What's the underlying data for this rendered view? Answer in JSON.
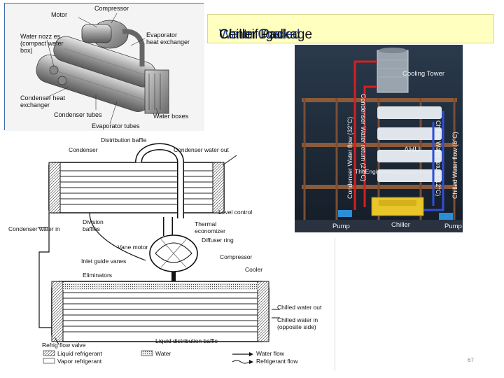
{
  "slide": {
    "title_prefix": "Centrifugal ",
    "title_highlight": "Water Cooled",
    "title_suffix": " Chiller Package",
    "page_number": "67"
  },
  "photo_labels": {
    "motor": "Motor",
    "compressor": "Compressor",
    "water_nozzles": "Water nozz es",
    "water_nozzles_2": "(compact water",
    "water_nozzles_3": "box)",
    "evaporator_hx": "Evaporator",
    "evaporator_hx_2": "heat exchanger",
    "condenser_hx": "Condenser heat",
    "condenser_hx_2": "exchanger",
    "condenser_tubes": "Condenser tubes",
    "water_boxes": "Water boxes",
    "evaporator_tubes": "Evaporator tubes"
  },
  "schematic_labels": {
    "distribution_baffle": "Distribution baffle",
    "condenser": "Condenser",
    "condenser_water_out": "Condenser water out",
    "level_control": "Level control",
    "condenser_water_in": "Condenser water in",
    "division_baffles": "Division",
    "division_baffles_2": "baffles",
    "thermal_economizer": "Thermal",
    "thermal_economizer_2": "economizer",
    "diffuser_ring": "Diffuser ring",
    "vane_motor": "Vane motor",
    "inlet_guide_vanes": "Inlet guide vanes",
    "compressor": "Compressor",
    "cooler": "Cooler",
    "eliminators": "Eliminators",
    "chilled_water_out": "Chilled water out",
    "chilled_water_in": "Chilled water in",
    "chilled_water_in_2": "(opposite side)",
    "liquid_distribution_baffle": "Liquid distribution baffle",
    "refrig_flow_valve": "Refrig flow valve",
    "legend_liquid": "Liquid refrigerant",
    "legend_vapor": "Vapor refrigerant",
    "legend_water": "Water",
    "legend_water_flow": "Water flow",
    "legend_refrig_flow": "Refrigerant flow"
  },
  "tower_labels": {
    "cooling_tower": "Cooling Tower",
    "ahu": "AHU",
    "watermark": "TheEngineeringMindset.com",
    "pump_left": "Pump",
    "chiller": "Chiller",
    "pump_right": "Pump",
    "condenser_water_flow": "Condenser Water flow (32°C)",
    "condenser_water_return": "Condenser Water return (27°C)",
    "chilled_water_flow": "Chilled Water flow (6°C)",
    "chilled_water_return": "Chilled Water return (12°C)"
  },
  "colors": {
    "title_highlight": "#1a3e9e",
    "title_background": "#ffffc0",
    "condenser_loop": "#d42020",
    "chilled_loop": "#2f4fd8",
    "chiller_yellow": "#e8c62a",
    "pump_blue": "#2a8fd6"
  }
}
